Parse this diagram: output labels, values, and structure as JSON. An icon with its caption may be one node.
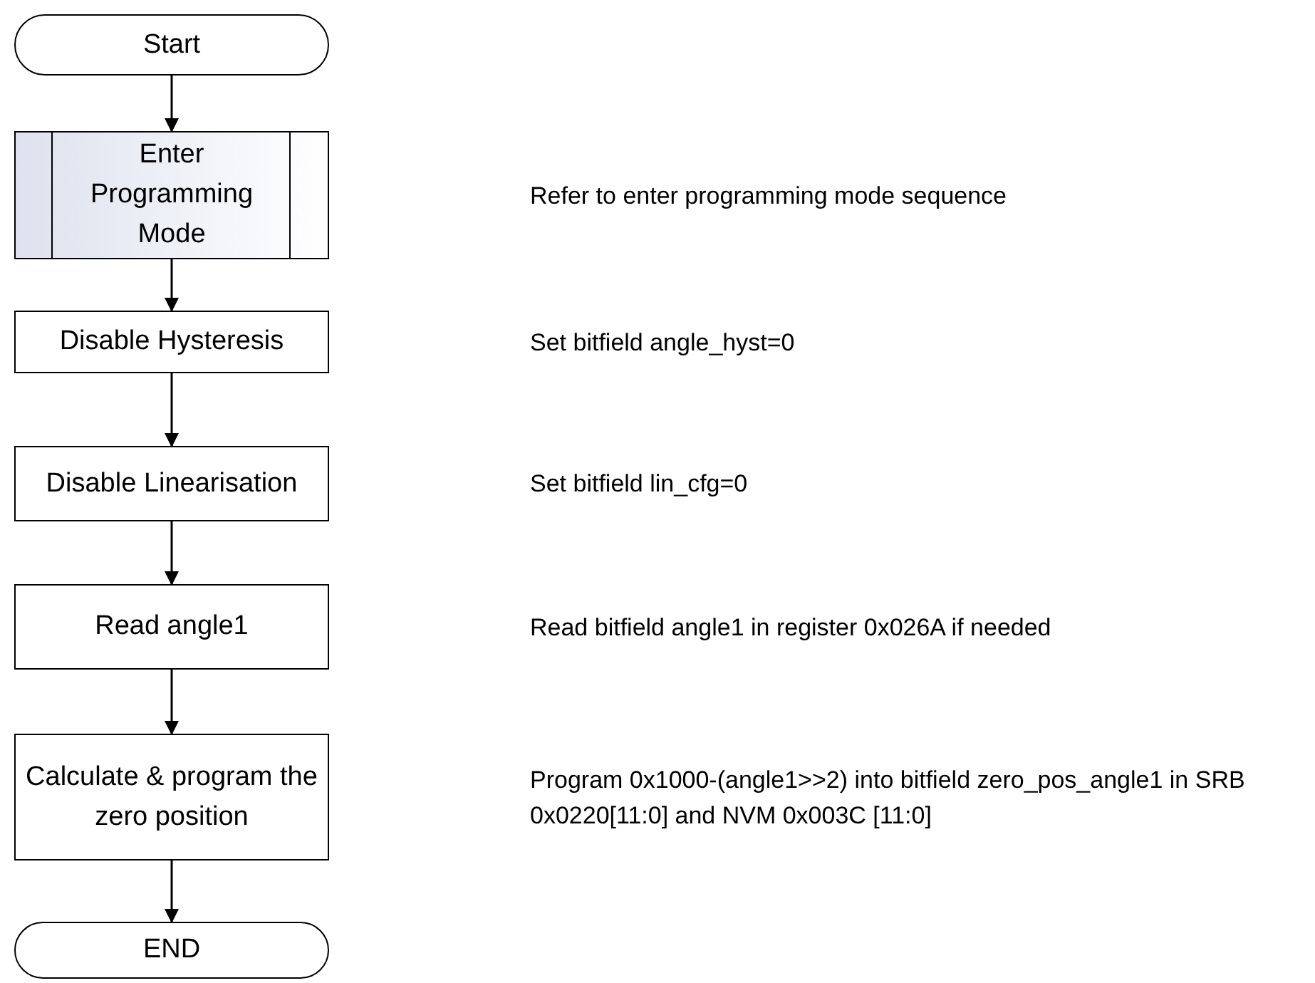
{
  "diagram": {
    "nodes": [
      {
        "text": [
          "Start"
        ]
      },
      {
        "text": [
          "Enter Programming Mode"
        ]
      },
      {
        "text": [
          "Disable Hysteresis"
        ]
      },
      {
        "text": [
          "Disable Linearisation"
        ]
      },
      {
        "text": [
          "Read angle1"
        ]
      },
      {
        "text": [
          "Calculate & program the zero position"
        ]
      },
      {
        "text": [
          "END"
        ]
      }
    ],
    "edges": [
      {
        "from": 0,
        "to": 1,
        "arrow": "to"
      },
      {
        "from": 1,
        "to": 2,
        "arrow": "to"
      },
      {
        "from": 2,
        "to": 3,
        "arrow": "to"
      },
      {
        "from": 3,
        "to": 4,
        "arrow": "to"
      },
      {
        "from": 4,
        "to": 5,
        "arrow": "to"
      },
      {
        "from": 5,
        "to": 6,
        "arrow": "to"
      }
    ],
    "labels": [
      "Refer to enter programming mode sequence",
      "Set bitfield angle_hyst=0",
      "Set bitfield lin_cfg=0",
      "Read bitfield angle1 in register 0x026A if needed",
      "Program 0x1000-(angle1>>2) into bitfield zero_pos_angle1 in SRB 0x0220[11:0] and  NVM 0x003C [11:0]"
    ]
  }
}
